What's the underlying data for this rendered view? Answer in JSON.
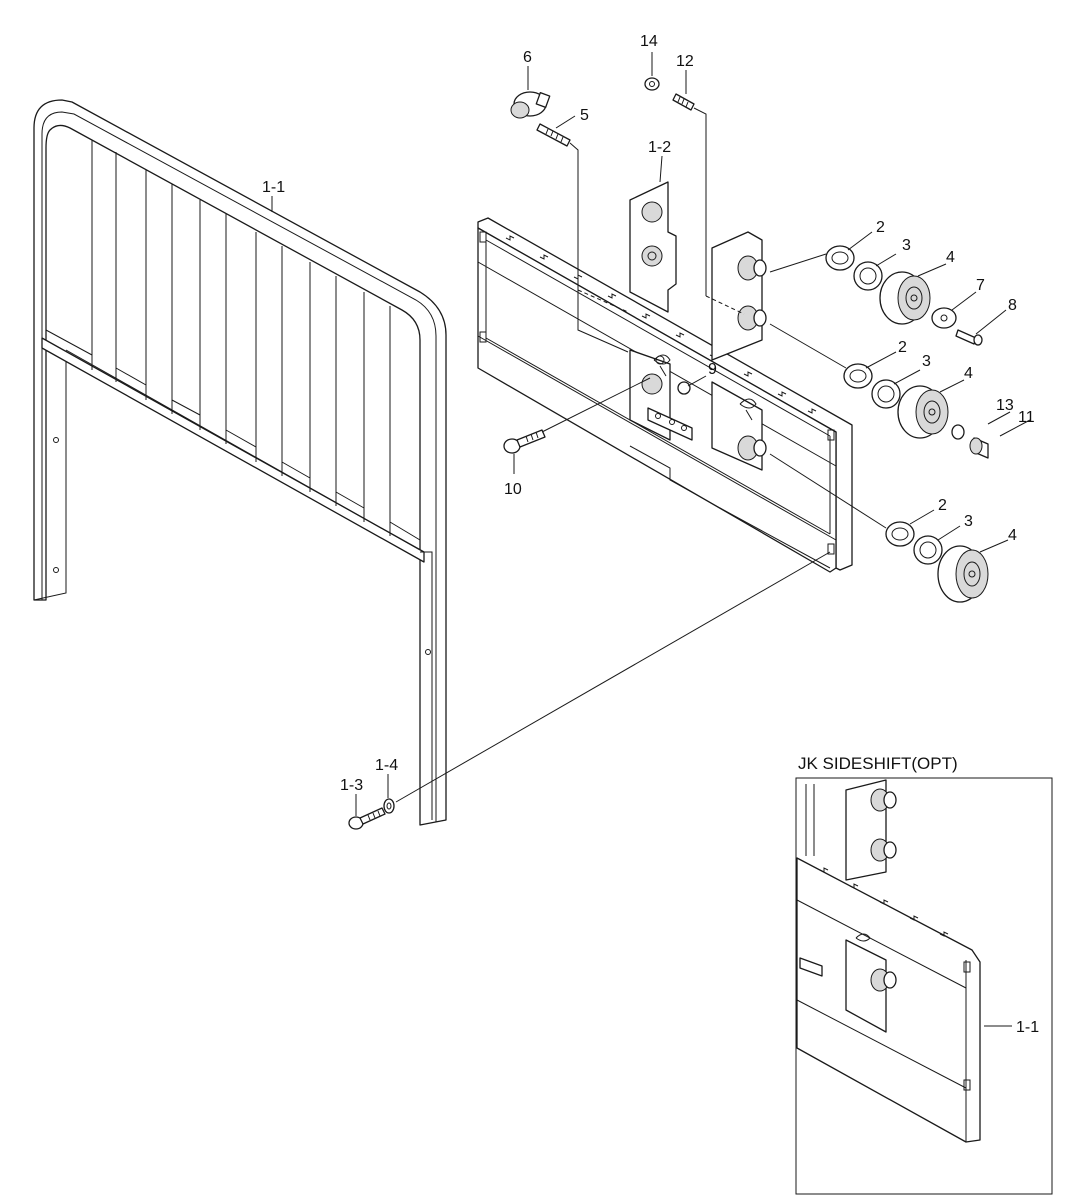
{
  "inset_title": "JK SIDESHIFT(OPT)",
  "callouts": [
    {
      "id": "c-1-1",
      "text": "1-1"
    },
    {
      "id": "c-1-2",
      "text": "1-2"
    },
    {
      "id": "c-1-3",
      "text": "1-3"
    },
    {
      "id": "c-1-4",
      "text": "1-4"
    },
    {
      "id": "c-2a",
      "text": "2"
    },
    {
      "id": "c-2b",
      "text": "2"
    },
    {
      "id": "c-2c",
      "text": "2"
    },
    {
      "id": "c-3a",
      "text": "3"
    },
    {
      "id": "c-3b",
      "text": "3"
    },
    {
      "id": "c-3c",
      "text": "3"
    },
    {
      "id": "c-4a",
      "text": "4"
    },
    {
      "id": "c-4b",
      "text": "4"
    },
    {
      "id": "c-4c",
      "text": "4"
    },
    {
      "id": "c-5",
      "text": "5"
    },
    {
      "id": "c-6",
      "text": "6"
    },
    {
      "id": "c-7",
      "text": "7"
    },
    {
      "id": "c-8",
      "text": "8"
    },
    {
      "id": "c-9",
      "text": "9"
    },
    {
      "id": "c-10",
      "text": "10"
    },
    {
      "id": "c-11",
      "text": "11"
    },
    {
      "id": "c-12",
      "text": "12"
    },
    {
      "id": "c-13",
      "text": "13"
    },
    {
      "id": "c-14",
      "text": "14"
    },
    {
      "id": "c-inset-1-1",
      "text": "1-1"
    }
  ]
}
